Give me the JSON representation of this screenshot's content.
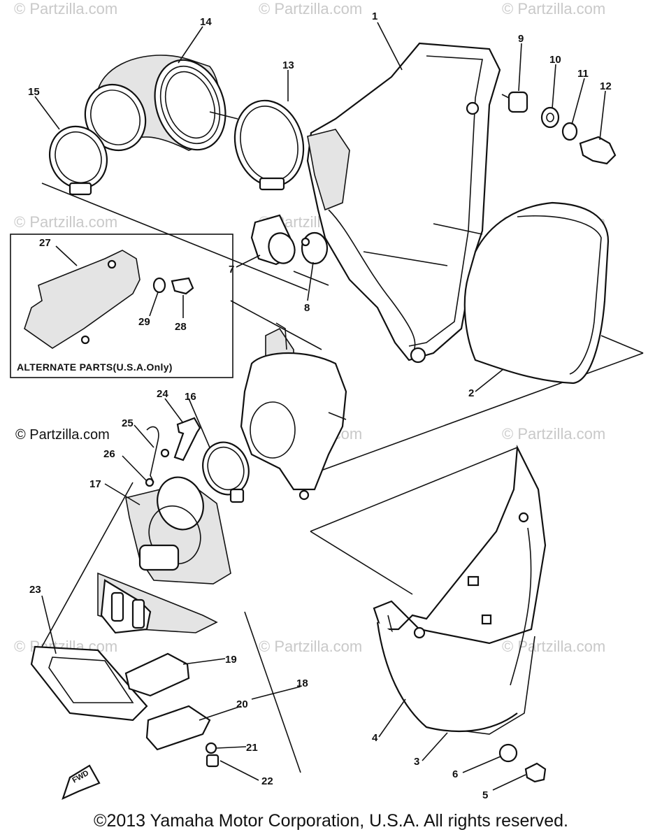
{
  "watermarks": [
    "© Partzilla.com",
    "© Partzilla.com",
    "© Partzilla.com"
  ],
  "brand_watermark": "© Partzilla.com",
  "callouts": {
    "c1": "1",
    "c2": "2",
    "c3": "3",
    "c4": "4",
    "c5": "5",
    "c6": "6",
    "c7": "7",
    "c8": "8",
    "c9": "9",
    "c10": "10",
    "c11": "11",
    "c12": "12",
    "c13": "13",
    "c14": "14",
    "c15": "15",
    "c16": "16",
    "c17": "17",
    "c18": "18",
    "c19": "19",
    "c20": "20",
    "c21": "21",
    "c22": "22",
    "c23": "23",
    "c24": "24",
    "c25": "25",
    "c26": "26",
    "c27": "27",
    "c28": "28",
    "c29": "29"
  },
  "alternate_parts_label": "ALTERNATE PARTS(U.S.A.Only)",
  "fwd_label": "FWD",
  "copyright": "©2013 Yamaha Motor Corporation, U.S.A. All rights reserved."
}
